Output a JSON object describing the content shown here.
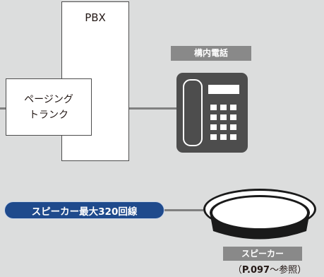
{
  "pbx": {
    "label": "PBX"
  },
  "paging_trunk": {
    "line1": "ページング",
    "line2": "トランク"
  },
  "extension_phone": {
    "label": "構内電話",
    "icon": "desk-phone-icon"
  },
  "speaker_capacity": {
    "label": "スピーカー最大320回線"
  },
  "speaker": {
    "label": "スピーカー",
    "ref_open": "（",
    "ref_page": "P.097",
    "ref_close": "〜参照）",
    "icon": "ceiling-speaker-icon"
  },
  "colors": {
    "background": "#dcdddd",
    "line": "#808080",
    "tag": "#898989",
    "phone_body": "#4d4d4d",
    "pill": "#1f4a8c"
  }
}
